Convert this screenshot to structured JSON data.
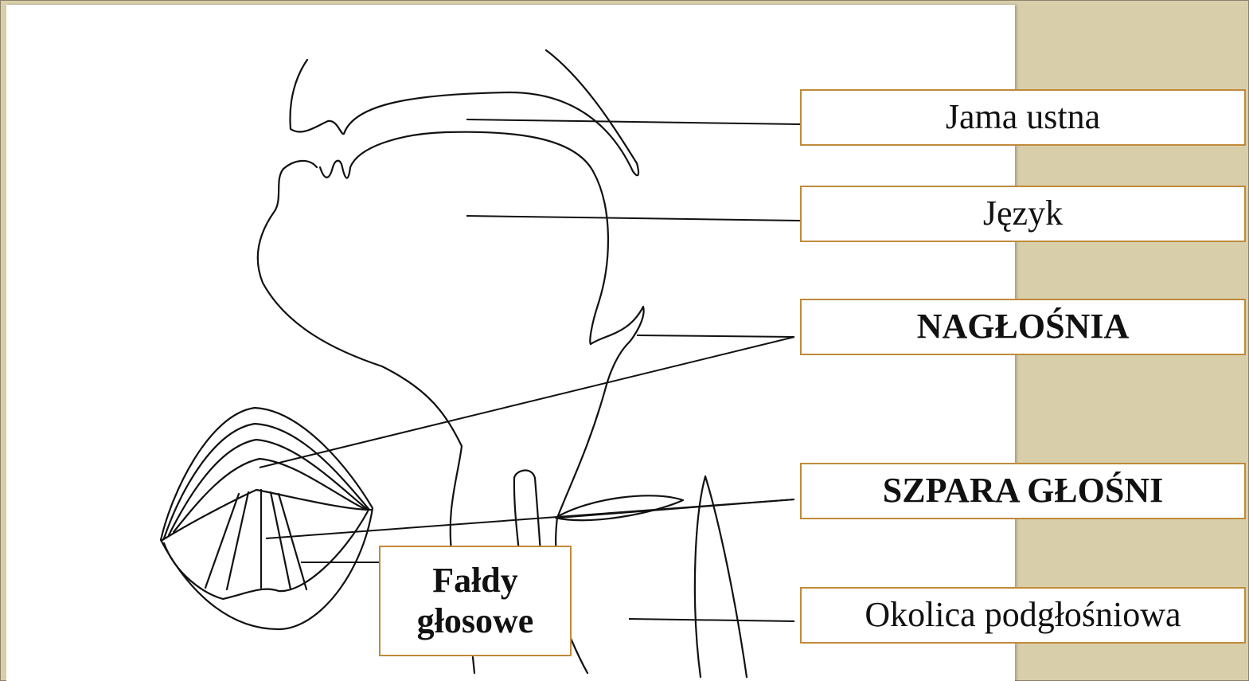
{
  "colors": {
    "background": "#d9ceaa",
    "paper": "#ffffff",
    "label_border": "#c08a3a",
    "ink": "#111111"
  },
  "labels": {
    "jama_ustna": "Jama ustna",
    "jezyk": "Język",
    "naglosnia": "NAGŁOŚNIA",
    "szpara_glosni": "SZPARA GŁOŚNI",
    "okolica": "Okolica podgłośniowa",
    "faldy_line1": "Fałdy",
    "faldy_line2": "głosowe"
  }
}
